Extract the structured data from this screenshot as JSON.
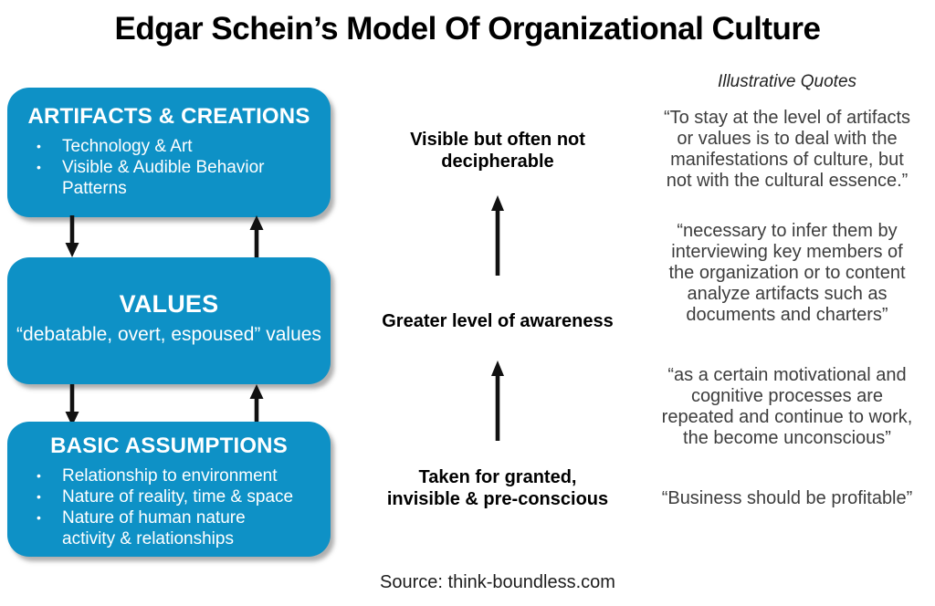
{
  "title": "Edgar Schein’s Model Of Organizational Culture",
  "colors": {
    "box_blue": "#0e91c6",
    "box_text": "#ffffff",
    "arrow_black": "#111111",
    "quote_gray": "#3d3d3d"
  },
  "left_column": {
    "boxes": [
      {
        "heading": "ARTIFACTS & CREATIONS",
        "bullets": [
          "Technology & Art",
          "Visible & Audible Behavior\nPatterns"
        ]
      },
      {
        "heading": "VALUES",
        "subtitle": "“debatable, overt, espoused” values"
      },
      {
        "heading": "BASIC ASSUMPTIONS",
        "bullets": [
          "Relationship to environment",
          "Nature of reality, time & space",
          "Nature of human nature\nactivity & relationships"
        ]
      }
    ]
  },
  "middle_column": {
    "label_top": "Visible but often not\ndecipherable",
    "label_middle": "Greater level of awareness",
    "label_bottom": "Taken for granted,\ninvisible & pre-conscious",
    "source": "Source: think-boundless.com"
  },
  "right_column": {
    "header": "Illustrative Quotes",
    "quotes": [
      "“To stay at the level of artifacts\nor values is to deal with the\nmanifestations of culture, but\nnot with the cultural essence.”",
      "“necessary to infer them by\ninterviewing key members of\nthe organization or to content\nanalyze artifacts such as\ndocuments and charters”",
      "“as a certain motivational and\ncognitive processes are\nrepeated and continue to work,\nthe become unconscious”",
      "“Business should be profitable”"
    ]
  }
}
